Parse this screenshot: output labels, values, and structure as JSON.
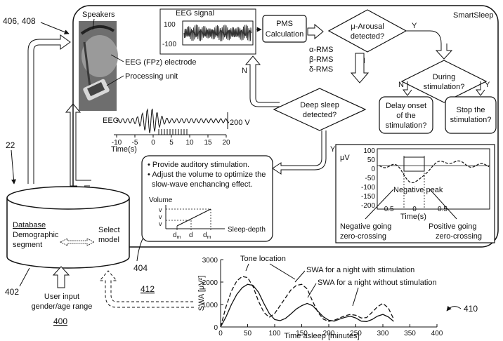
{
  "refs": {
    "r406": "406, 408",
    "r22": "22",
    "r402": "402",
    "r404": "404",
    "r412": "412",
    "r410": "410",
    "r400": "400"
  },
  "smartsleep": {
    "title": "SmartSleep",
    "speakers": "Speakers",
    "electrode": "EEG (FPz) electrode",
    "processing": "Processing unit",
    "eeg_signal_title": "EEG signal",
    "eeg_signal_ticks": [
      "100",
      "-100"
    ],
    "pms": [
      "PMS",
      "Calculation"
    ],
    "rms": [
      "α-RMS",
      "β-RMS",
      "δ-RMS"
    ],
    "arousal": [
      "μ-Arousal",
      "detected?"
    ],
    "during": [
      "During",
      "stimulation?"
    ],
    "delay": [
      "Delay onset",
      "of the",
      "stimulation?"
    ],
    "stop": [
      "Stop the",
      "stimulation?"
    ],
    "deep": [
      "Deep sleep",
      "detected?"
    ],
    "y": "Y",
    "n": "N",
    "eeg_trace_label": "EEG",
    "eeg_trace_scale": "200 V",
    "eeg_trace_ticks": [
      "-10",
      "-5",
      "0",
      "5",
      "10",
      "15",
      "20"
    ],
    "eeg_trace_unit": "Time(s)",
    "stim_bullets": [
      "Provide auditory stimulation.",
      "Adjust the volume to optimize the",
      "slow-wave enchancing effect."
    ],
    "volume": {
      "title": "Volume",
      "y_ticks": [
        "v",
        "v",
        "v"
      ],
      "x_ticks": [
        "d",
        "d",
        "d"
      ],
      "x_subs": [
        "m",
        "m"
      ],
      "axis": "Sleep-depth"
    },
    "wave": {
      "unit": "μV",
      "y_ticks": [
        "100",
        "50",
        "0",
        "-50",
        "-100",
        "-150",
        "-200"
      ],
      "x_ticks": [
        "-0.5",
        "0",
        "0.5"
      ],
      "x_label": "Time(s)",
      "neg_peak": "Negative peak",
      "neg_zero": [
        "Negative going",
        "zero-crossing"
      ],
      "pos_zero": [
        "Positive going",
        "zero-crossing"
      ]
    }
  },
  "database": {
    "title": "Database",
    "left": [
      "Demographic",
      "segment"
    ],
    "right": [
      "Select",
      "model"
    ]
  },
  "user_input": [
    "User input",
    "gender/age range"
  ],
  "chart_data": {
    "type": "line",
    "xlabel": "Time asleep [minutes]",
    "ylabel": "SWA [μV²]",
    "xlim": [
      0,
      400
    ],
    "ylim": [
      0,
      3000
    ],
    "x_ticks": [
      0,
      50,
      100,
      150,
      200,
      250,
      300,
      350,
      400
    ],
    "y_ticks": [
      0,
      1000,
      2000,
      3000
    ],
    "annotations": [
      "Tone location"
    ],
    "series": [
      {
        "name": "SWA for a night with stimulation",
        "style": "dashed",
        "x": [
          0,
          10,
          20,
          30,
          40,
          50,
          60,
          70,
          80,
          90,
          100,
          110,
          120,
          130,
          140,
          150,
          160,
          170,
          180,
          190,
          200,
          210,
          220,
          230,
          240,
          250,
          260,
          270,
          280,
          290,
          300,
          310,
          320
        ],
        "y": [
          0,
          900,
          1600,
          2050,
          2250,
          2200,
          1800,
          1150,
          650,
          430,
          600,
          950,
          1300,
          1650,
          1850,
          1900,
          1700,
          1150,
          650,
          350,
          250,
          300,
          400,
          500,
          560,
          520,
          400,
          420,
          650,
          900,
          1050,
          850,
          350
        ]
      },
      {
        "name": "SWA for a night without stimulation",
        "style": "solid",
        "x": [
          0,
          10,
          20,
          30,
          40,
          50,
          60,
          70,
          80,
          90,
          100,
          110,
          120,
          130,
          140,
          150,
          160,
          170,
          180,
          190,
          200,
          210,
          220,
          230,
          240,
          250,
          260,
          270,
          280,
          290,
          300,
          310,
          320
        ],
        "y": [
          0,
          450,
          1000,
          1450,
          1750,
          1900,
          1850,
          1550,
          1050,
          600,
          330,
          280,
          380,
          580,
          800,
          950,
          1050,
          950,
          700,
          450,
          300,
          260,
          350,
          430,
          480,
          400,
          260,
          240,
          330,
          480,
          560,
          450,
          250
        ]
      }
    ]
  }
}
